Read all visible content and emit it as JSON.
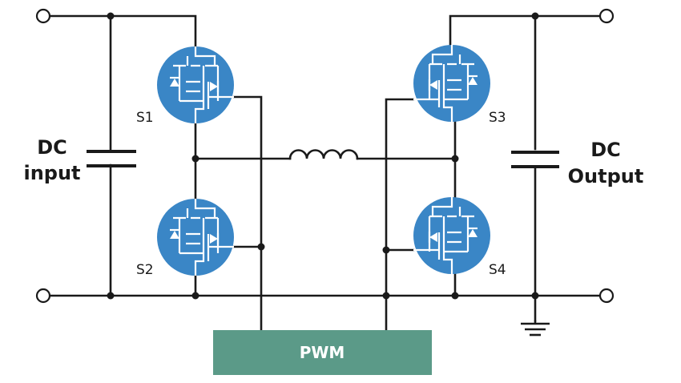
{
  "labels": {
    "dc_input_line1": "DC",
    "dc_input_line2": "input",
    "dc_output_line1": "DC",
    "dc_output_line2": "Output",
    "pwm": "PWM"
  },
  "switches": [
    "S1",
    "S2",
    "S3",
    "S4"
  ],
  "colors": {
    "mosfet": "#3a86c6",
    "pwm_block": "#5b9a88",
    "wire": "#1a1a1a"
  }
}
